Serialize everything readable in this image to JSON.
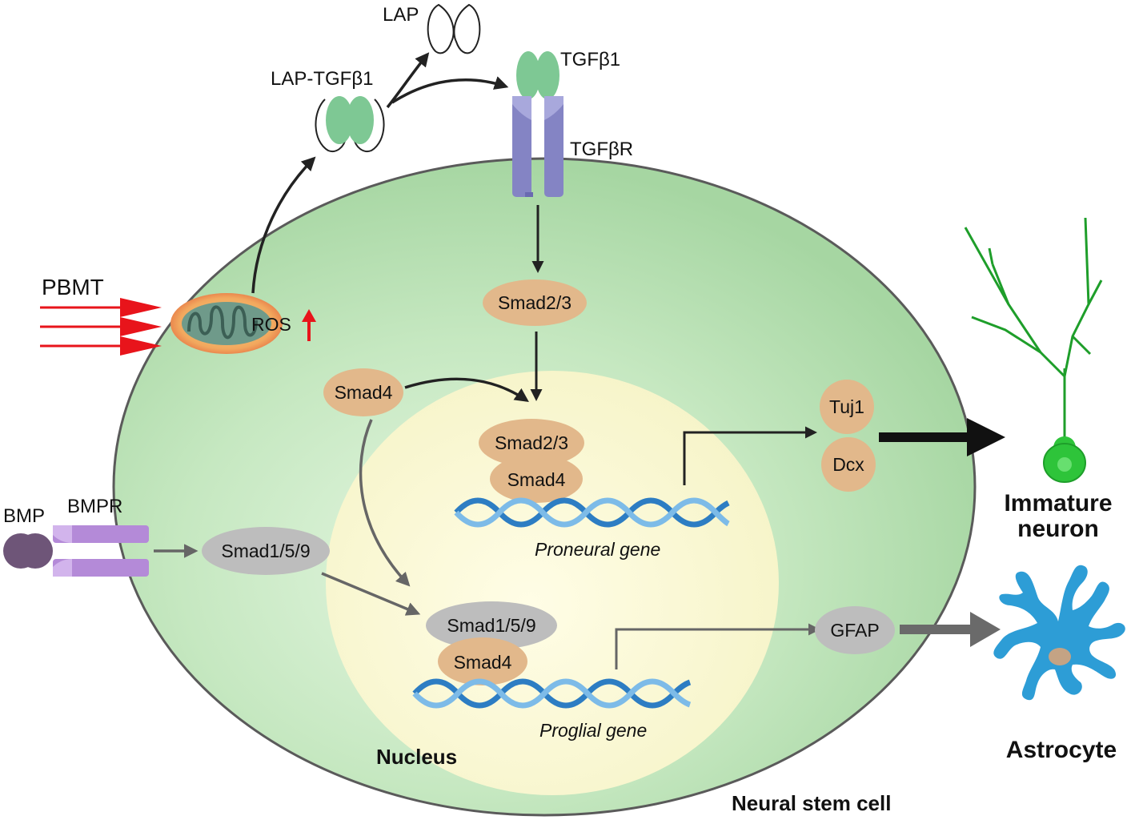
{
  "colors": {
    "cell_fill": "#b4ddb0",
    "nucleus_fill": "#fbf9d8",
    "protein_tan": "#e2b88b",
    "protein_gray": "#bdbdbd",
    "tgf_green": "#7ec894",
    "receptor_blue": "#8484c4",
    "bmpr_purple": "#b48ad8",
    "bmp_purple": "#6e5578",
    "dna_blue": "#2d7dc3",
    "pbmt_red": "#e8141b",
    "neuron_green": "#2ec43a",
    "astro_blue": "#2d9dd6"
  },
  "labels": {
    "lap": "LAP",
    "lap_tgfb1": "LAP-TGFβ1",
    "tgfb1": "TGFβ1",
    "tgfbr": "TGFβR",
    "pbmt": "PBMT",
    "ros": "ROS",
    "smad23_top": "Smad2/3",
    "smad4_free": "Smad4",
    "smad23_complex": "Smad2/3",
    "smad4_complex_top": "Smad4",
    "proneural_gene": "Proneural gene",
    "tuj1": "Tuj1",
    "dcx": "Dcx",
    "immature_neuron_1": "Immature",
    "immature_neuron_2": "neuron",
    "bmp": "BMP",
    "bmpr": "BMPR",
    "smad159_free": "Smad1/5/9",
    "smad159_complex": "Smad1/5/9",
    "smad4_complex_bottom": "Smad4",
    "gfap": "GFAP",
    "proglial_gene": "Proglial gene",
    "nucleus": "Nucleus",
    "astrocyte": "Astrocyte",
    "neural_stem_cell": "Neural stem cell"
  },
  "icons": {
    "mitochondrion": "mitochondrion-icon",
    "dna": "dna-helix-icon",
    "neuron": "neuron-icon",
    "astrocyte": "astrocyte-icon"
  }
}
